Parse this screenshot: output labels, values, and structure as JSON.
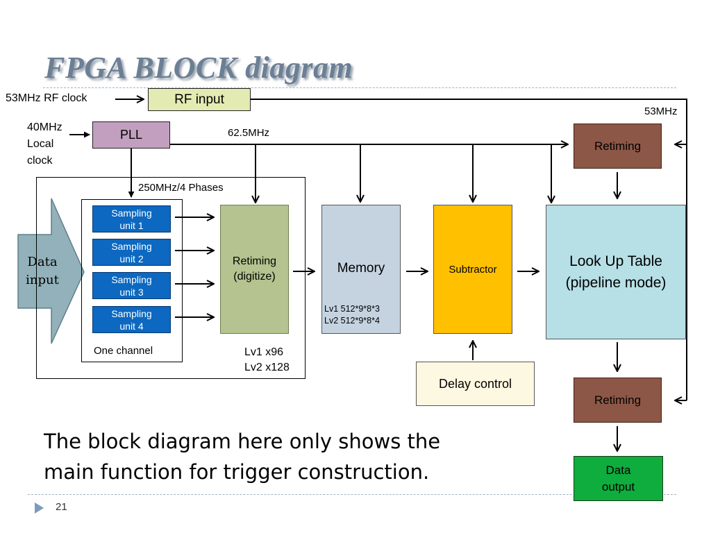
{
  "slide": {
    "title": "FPGA BLOCK diagram",
    "caption_line1": "The block diagram here only shows the",
    "caption_line2": "main function for trigger construction.",
    "page_number": "21"
  },
  "labels": {
    "rf_clock": "53MHz RF clock",
    "local_clock_line1": "40MHz",
    "local_clock_line2": "Local",
    "local_clock_line3": "clock",
    "freq_625": "62.5MHz",
    "freq_53": "53MHz",
    "phases": "250MHz/4 Phases",
    "one_channel": "One channel",
    "lv1_count": "Lv1  x96",
    "lv2_count": "Lv2  x128"
  },
  "blocks": {
    "rf_input": "RF input",
    "pll": "PLL",
    "data_input_line1": "Data",
    "data_input_line2": "input",
    "sampling_units": [
      {
        "line1": "Sampling",
        "line2": "unit 1"
      },
      {
        "line1": "Sampling",
        "line2": "unit 2"
      },
      {
        "line1": "Sampling",
        "line2": "unit 3"
      },
      {
        "line1": "Sampling",
        "line2": "unit 4"
      }
    ],
    "retiming_digitize_line1": "Retiming",
    "retiming_digitize_line2": "(digitize)",
    "memory": "Memory",
    "memory_lv1": "Lv1  512*9*8*3",
    "memory_lv2": "Lv2  512*9*8*4",
    "subtractor": "Subtractor",
    "delay_control": "Delay control",
    "lut_line1": "Look Up Table",
    "lut_line2": "(pipeline mode)",
    "retiming_top": "Retiming",
    "retiming_bottom": "Retiming",
    "data_output_line1": "Data",
    "data_output_line2": "output"
  },
  "colors": {
    "rf_input": "#e3ebb2",
    "pll": "#c39fbf",
    "retiming": "#8c5746",
    "retiming_digitize": "#b4c38f",
    "memory": "#c5d3e1",
    "subtractor": "#ffc000",
    "lut": "#b7dfe6",
    "delay_control": "#fdf8e1",
    "data_output": "#0fac3e",
    "data_input": "#92b1ba",
    "sampling": "#0c68c0"
  }
}
